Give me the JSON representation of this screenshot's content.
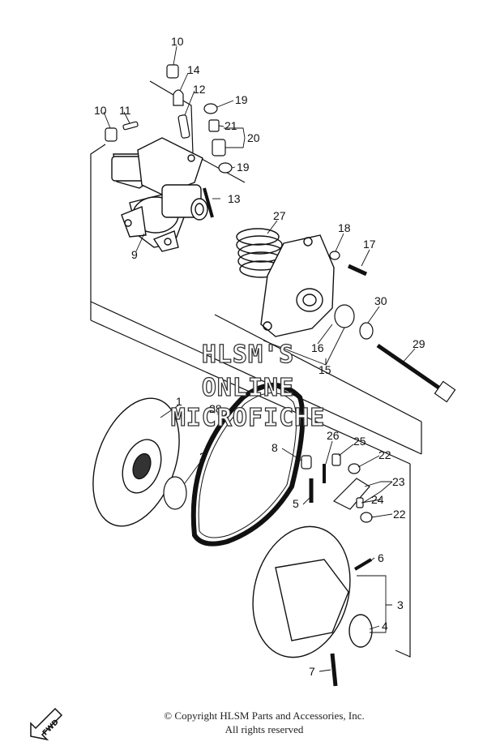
{
  "callouts": [
    {
      "n": "10"
    },
    {
      "n": "14"
    },
    {
      "n": "12"
    },
    {
      "n": "19"
    },
    {
      "n": "10"
    },
    {
      "n": "11"
    },
    {
      "n": "21"
    },
    {
      "n": "20"
    },
    {
      "n": "19"
    },
    {
      "n": "13"
    },
    {
      "n": "9"
    },
    {
      "n": "27"
    },
    {
      "n": "18"
    },
    {
      "n": "17"
    },
    {
      "n": "30"
    },
    {
      "n": "29"
    },
    {
      "n": "16"
    },
    {
      "n": "15"
    },
    {
      "n": "1"
    },
    {
      "n": "28"
    },
    {
      "n": "2"
    },
    {
      "n": "8"
    },
    {
      "n": "26"
    },
    {
      "n": "25"
    },
    {
      "n": "22"
    },
    {
      "n": "23"
    },
    {
      "n": "24"
    },
    {
      "n": "22"
    },
    {
      "n": "5"
    },
    {
      "n": "6"
    },
    {
      "n": "3"
    },
    {
      "n": "4"
    },
    {
      "n": "7"
    }
  ],
  "watermark": {
    "line1": "HLSM'S",
    "line2": "ONLINE",
    "line3": "MICROFICHE"
  },
  "copyright": {
    "line1": "© Copyright HLSM Parts and Accessories, Inc.",
    "line2": "All rights reserved"
  },
  "fwd_label": "FWD"
}
